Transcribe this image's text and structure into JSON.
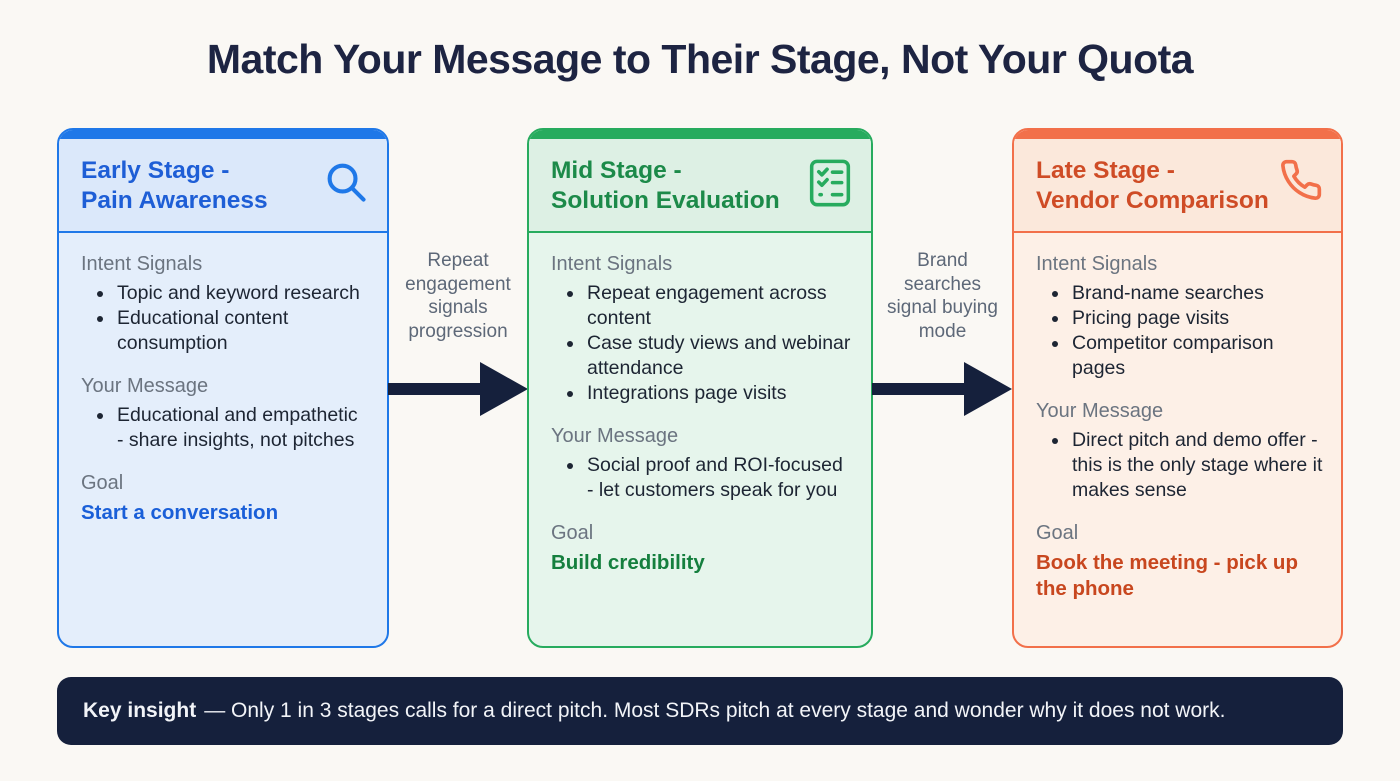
{
  "title": "Match Your Message to Their Stage, Not Your Quota",
  "cards": [
    {
      "title_line1": "Early Stage -",
      "title_line2": "Pain Awareness",
      "icon": "search-icon",
      "intent_label": "Intent Signals",
      "intent_items": [
        "Topic and keyword research",
        "Educational content consumption"
      ],
      "message_label": "Your Message",
      "message_items": [
        "Educational and empathetic - share insights, not pitches"
      ],
      "goal_label": "Goal",
      "goal": "Start a conversation"
    },
    {
      "title_line1": "Mid Stage -",
      "title_line2": "Solution Evaluation",
      "icon": "checklist-icon",
      "intent_label": "Intent Signals",
      "intent_items": [
        "Repeat engagement across content",
        "Case study views and webinar attendance",
        "Integrations page visits"
      ],
      "message_label": "Your Message",
      "message_items": [
        "Social proof and ROI-focused - let customers speak for you"
      ],
      "goal_label": "Goal",
      "goal": "Build credibility"
    },
    {
      "title_line1": "Late Stage -",
      "title_line2": "Vendor Comparison",
      "icon": "phone-icon",
      "intent_label": "Intent Signals",
      "intent_items": [
        "Brand-name searches",
        "Pricing page visits",
        "Competitor comparison pages"
      ],
      "message_label": "Your Message",
      "message_items": [
        "Direct pitch and demo offer - this is the only stage where it makes sense"
      ],
      "goal_label": "Goal",
      "goal": "Book the meeting - pick up the phone"
    }
  ],
  "connectors": [
    {
      "lines": [
        "Repeat",
        "engagement",
        "signals",
        "progression"
      ]
    },
    {
      "lines": [
        "Brand",
        "searches",
        "signal buying",
        "mode"
      ]
    }
  ],
  "key_insight": {
    "label": "Key insight",
    "text": "— Only 1 in 3 stages calls for a direct pitch. Most SDRs pitch at every stage and wonder why it does not work."
  },
  "colors": {
    "background": "#faf8f4",
    "title_text": "#1d2442",
    "early_accent": "#1f78e8",
    "early_title_text": "#1e5ed6",
    "early_body_bg": "#e4eefb",
    "mid_accent": "#27ab5e",
    "mid_title_text": "#1c8a49",
    "mid_body_bg": "#e6f5ec",
    "late_accent": "#f2704a",
    "late_title_text": "#cf4c26",
    "late_body_bg": "#fdf0e7",
    "arrow": "#15203c",
    "insight_bar_bg": "#15203c",
    "section_label_gray": "#6b7480"
  }
}
